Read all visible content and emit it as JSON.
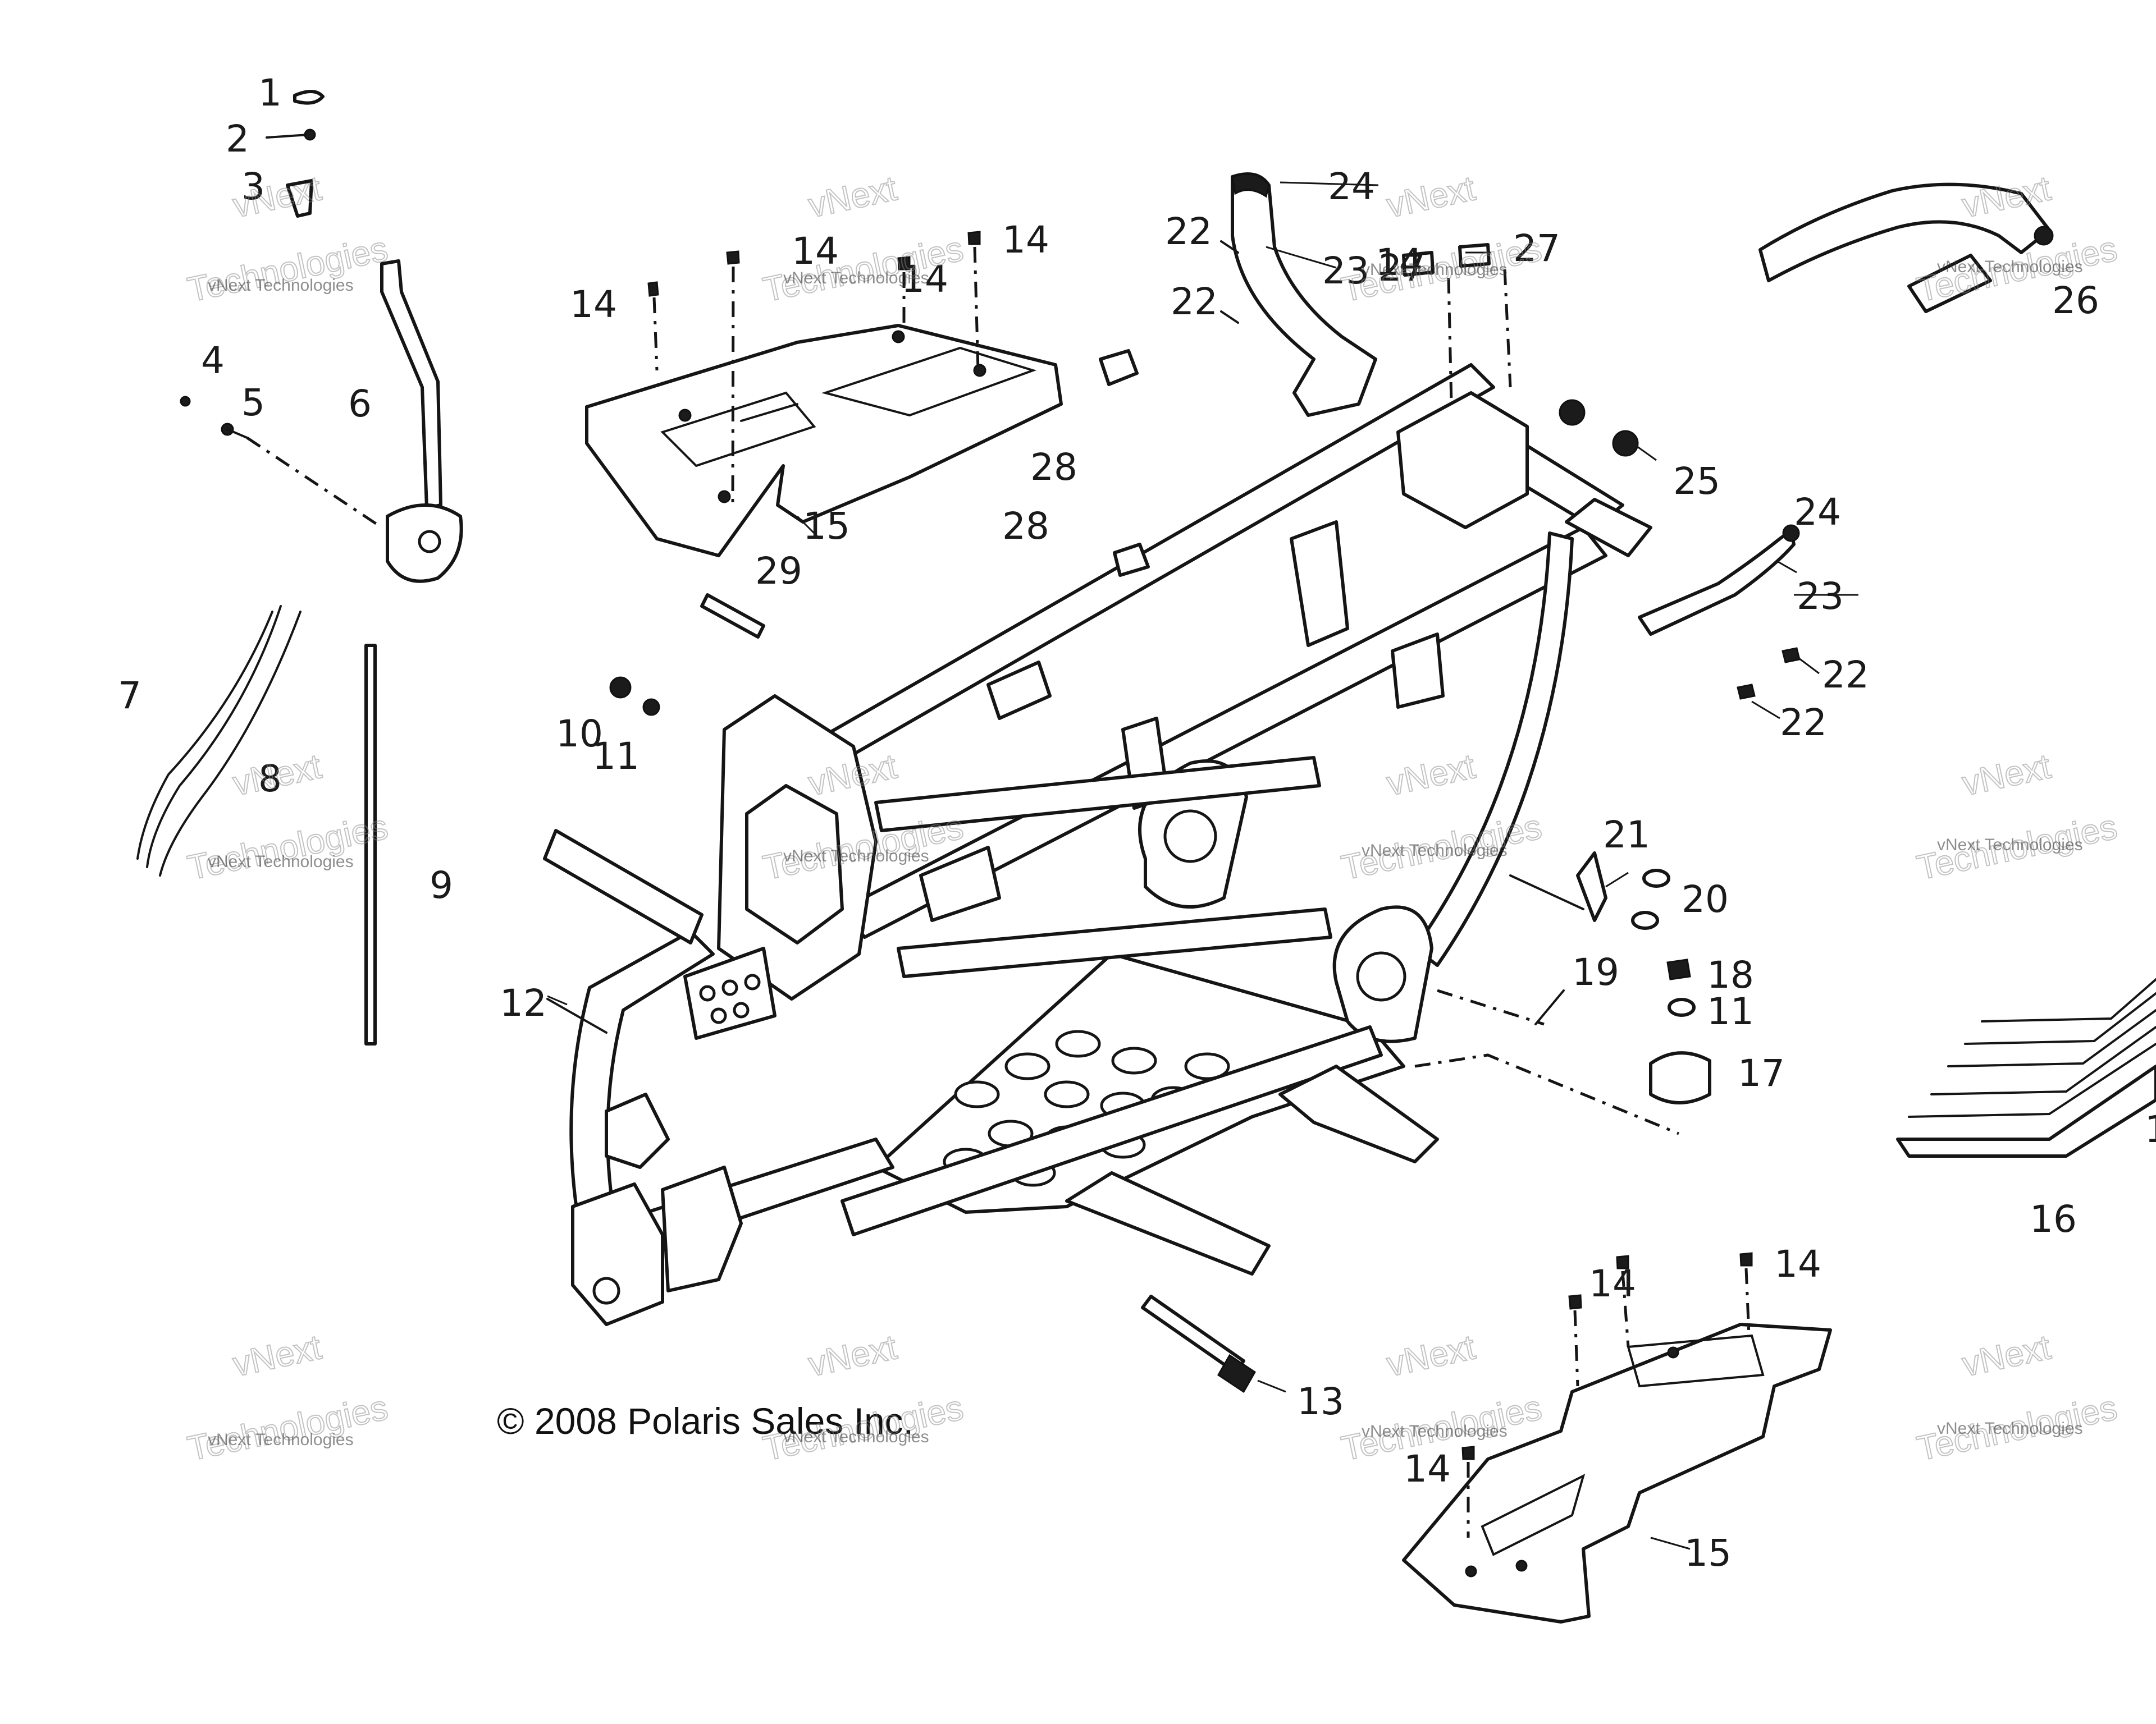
{
  "diagram": {
    "copyright": "© 2008 Polaris Sales Inc.",
    "callouts": [
      "1",
      "2",
      "3",
      "4",
      "5",
      "6",
      "7",
      "8",
      "9",
      "10",
      "11",
      "11",
      "12",
      "13",
      "14",
      "14",
      "14",
      "14",
      "14",
      "14",
      "14",
      "14",
      "15",
      "15",
      "16",
      "17",
      "18",
      "19",
      "20",
      "21",
      "22",
      "22",
      "22",
      "22",
      "23",
      "23",
      "24",
      "24",
      "25",
      "26",
      "27",
      "27",
      "28",
      "28",
      "29",
      "1"
    ],
    "watermark": {
      "small": "vNext Technologies",
      "big": "Technologies",
      "big_top": "vNext"
    }
  }
}
